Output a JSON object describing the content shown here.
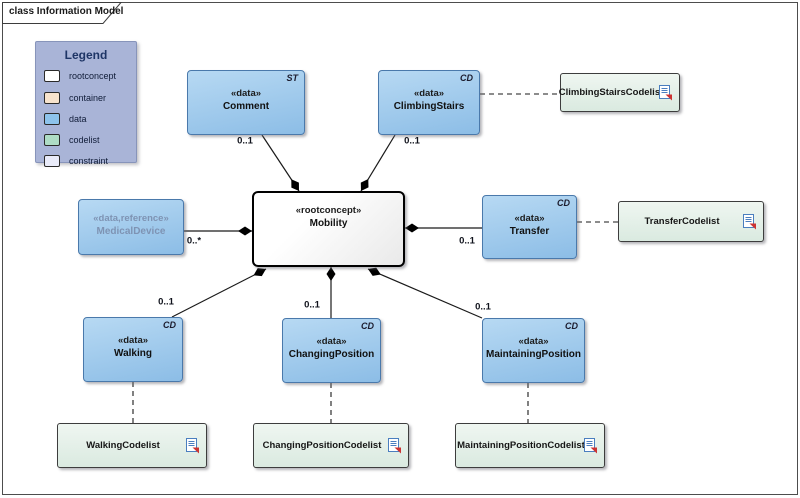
{
  "tab": {
    "label": "class Information Model"
  },
  "legend": {
    "title": "Legend",
    "items": [
      {
        "label": "rootconcept",
        "color": "#ffffff"
      },
      {
        "label": "container",
        "color": "#f7e3cd"
      },
      {
        "label": "data",
        "color": "#8dc3ec"
      },
      {
        "label": "codelist",
        "color": "#aedcc5"
      },
      {
        "label": "constraint",
        "color": "#e9ebf9"
      }
    ]
  },
  "nodes": {
    "mobility": {
      "stereotype": "«rootconcept»",
      "name": "Mobility"
    },
    "comment": {
      "stereotype": "«data»",
      "name": "Comment",
      "tag": "ST"
    },
    "climbing_stairs": {
      "stereotype": "«data»",
      "name": "ClimbingStairs",
      "tag": "CD"
    },
    "medical_device": {
      "stereotype": "«data,reference»",
      "name": "MedicalDevice"
    },
    "transfer": {
      "stereotype": "«data»",
      "name": "Transfer",
      "tag": "CD"
    },
    "walking": {
      "stereotype": "«data»",
      "name": "Walking",
      "tag": "CD"
    },
    "changing_position": {
      "stereotype": "«data»",
      "name": "ChangingPosition",
      "tag": "CD"
    },
    "maintaining_position": {
      "stereotype": "«data»",
      "name": "MaintainingPosition",
      "tag": "CD"
    },
    "climbing_stairs_codelist": {
      "name": "ClimbingStairsCodelist"
    },
    "transfer_codelist": {
      "name": "TransferCodelist"
    },
    "walking_codelist": {
      "name": "WalkingCodelist"
    },
    "changing_position_codelist": {
      "name": "ChangingPositionCodelist"
    },
    "maintaining_position_codelist": {
      "name": "MaintainingPositionCodelist"
    }
  },
  "connectors": [
    {
      "from": "Comment",
      "to": "Mobility",
      "kind": "composition",
      "multiplicity": "0..1"
    },
    {
      "from": "ClimbingStairs",
      "to": "Mobility",
      "kind": "composition",
      "multiplicity": "0..1"
    },
    {
      "from": "MedicalDevice",
      "to": "Mobility",
      "kind": "composition",
      "multiplicity": "0..*"
    },
    {
      "from": "Transfer",
      "to": "Mobility",
      "kind": "composition",
      "multiplicity": "0..1"
    },
    {
      "from": "Walking",
      "to": "Mobility",
      "kind": "composition",
      "multiplicity": "0..1"
    },
    {
      "from": "ChangingPosition",
      "to": "Mobility",
      "kind": "composition",
      "multiplicity": "0..1"
    },
    {
      "from": "MaintainingPosition",
      "to": "Mobility",
      "kind": "composition",
      "multiplicity": "0..1"
    },
    {
      "from": "ClimbingStairs",
      "to": "ClimbingStairsCodelist",
      "kind": "dashed"
    },
    {
      "from": "Transfer",
      "to": "TransferCodelist",
      "kind": "dashed"
    },
    {
      "from": "Walking",
      "to": "WalkingCodelist",
      "kind": "dashed"
    },
    {
      "from": "ChangingPosition",
      "to": "ChangingPositionCodelist",
      "kind": "dashed"
    },
    {
      "from": "MaintainingPosition",
      "to": "MaintainingPositionCodelist",
      "kind": "dashed"
    }
  ],
  "colors": {
    "data_fill": "#9cc8ee",
    "data_border": "#4a79ab",
    "codelist_fill": "#e4f0e8",
    "codelist_border": "#3d3d3d",
    "rootconcept_fill": "#f6f6f6",
    "rootconcept_border": "#000000",
    "legend_bg": "#a9b4d7",
    "line": "#1a1a1a"
  }
}
